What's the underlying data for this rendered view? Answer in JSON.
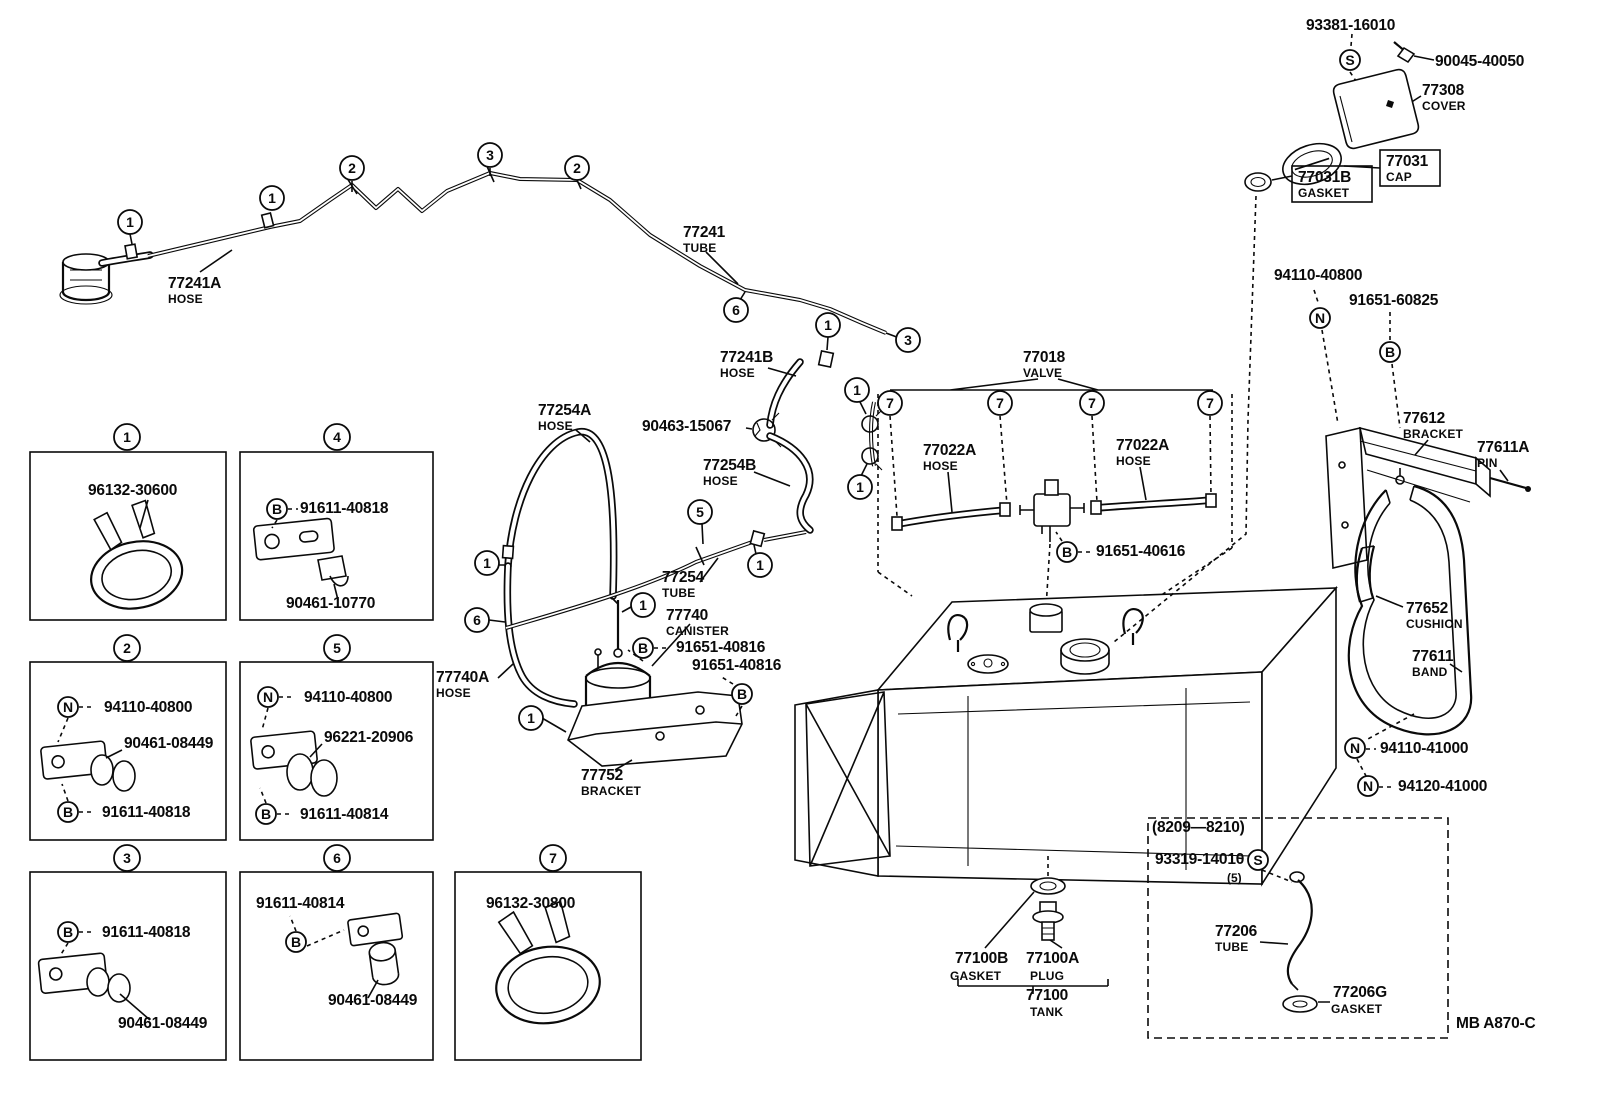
{
  "doc": {
    "footer_code": "MB A870-C",
    "range_note": "(8209—8210)"
  },
  "callouts": {
    "n1": "1",
    "n2": "2",
    "n3": "3",
    "n4": "4",
    "n5": "5",
    "n6": "6",
    "n7": "7",
    "B": "B",
    "N": "N",
    "S": "S"
  },
  "parts": {
    "p93381_16010": {
      "num": "93381-16010"
    },
    "p90045_40050": {
      "num": "90045-40050"
    },
    "p77308": {
      "num": "77308",
      "name": "COVER"
    },
    "p77031": {
      "num": "77031",
      "name": "CAP"
    },
    "p77031B": {
      "num": "77031B",
      "name": "GASKET"
    },
    "p94110_40800": {
      "num": "94110-40800"
    },
    "p91651_60825": {
      "num": "91651-60825"
    },
    "p77612": {
      "num": "77612",
      "name": "BRACKET"
    },
    "p77611A": {
      "num": "77611A",
      "name": "PIN"
    },
    "p77652": {
      "num": "77652",
      "name": "CUSHION"
    },
    "p77611": {
      "num": "77611",
      "name": "BAND"
    },
    "p94110_41000": {
      "num": "94110-41000"
    },
    "p94120_41000": {
      "num": "94120-41000"
    },
    "p77241A": {
      "num": "77241A",
      "name": "HOSE"
    },
    "p77241": {
      "num": "77241",
      "name": "TUBE"
    },
    "p77241B": {
      "num": "77241B",
      "name": "HOSE"
    },
    "p77254A": {
      "num": "77254A",
      "name": "HOSE"
    },
    "p90463_15067": {
      "num": "90463-15067"
    },
    "p77254B": {
      "num": "77254B",
      "name": "HOSE"
    },
    "p77254": {
      "num": "77254",
      "name": "TUBE"
    },
    "p77740": {
      "num": "77740",
      "name": "CANISTER"
    },
    "p77740A": {
      "num": "77740A",
      "name": "HOSE"
    },
    "p91651_40816": {
      "num": "91651-40816"
    },
    "p77752": {
      "num": "77752",
      "name": "BRACKET"
    },
    "p77018": {
      "num": "77018",
      "name": "VALVE"
    },
    "p77022A": {
      "num": "77022A",
      "name": "HOSE"
    },
    "p91651_40616": {
      "num": "91651-40616"
    },
    "p77100B": {
      "num": "77100B",
      "name": "GASKET"
    },
    "p77100A": {
      "num": "77100A",
      "name": "PLUG"
    },
    "p77100": {
      "num": "77100",
      "name": "TANK"
    },
    "p93319_14010": {
      "num": "93319-14010",
      "qty": "(5)"
    },
    "p77206": {
      "num": "77206",
      "name": "TUBE"
    },
    "p77206G": {
      "num": "77206G",
      "name": "GASKET"
    },
    "p96132_30600": {
      "num": "96132-30600"
    },
    "p91611_40818": {
      "num": "91611-40818"
    },
    "p90461_10770": {
      "num": "90461-10770"
    },
    "p90461_08449": {
      "num": "90461-08449"
    },
    "p96221_20906": {
      "num": "96221-20906"
    },
    "p91611_40814": {
      "num": "91611-40814"
    },
    "p96132_30800": {
      "num": "96132-30800"
    }
  }
}
